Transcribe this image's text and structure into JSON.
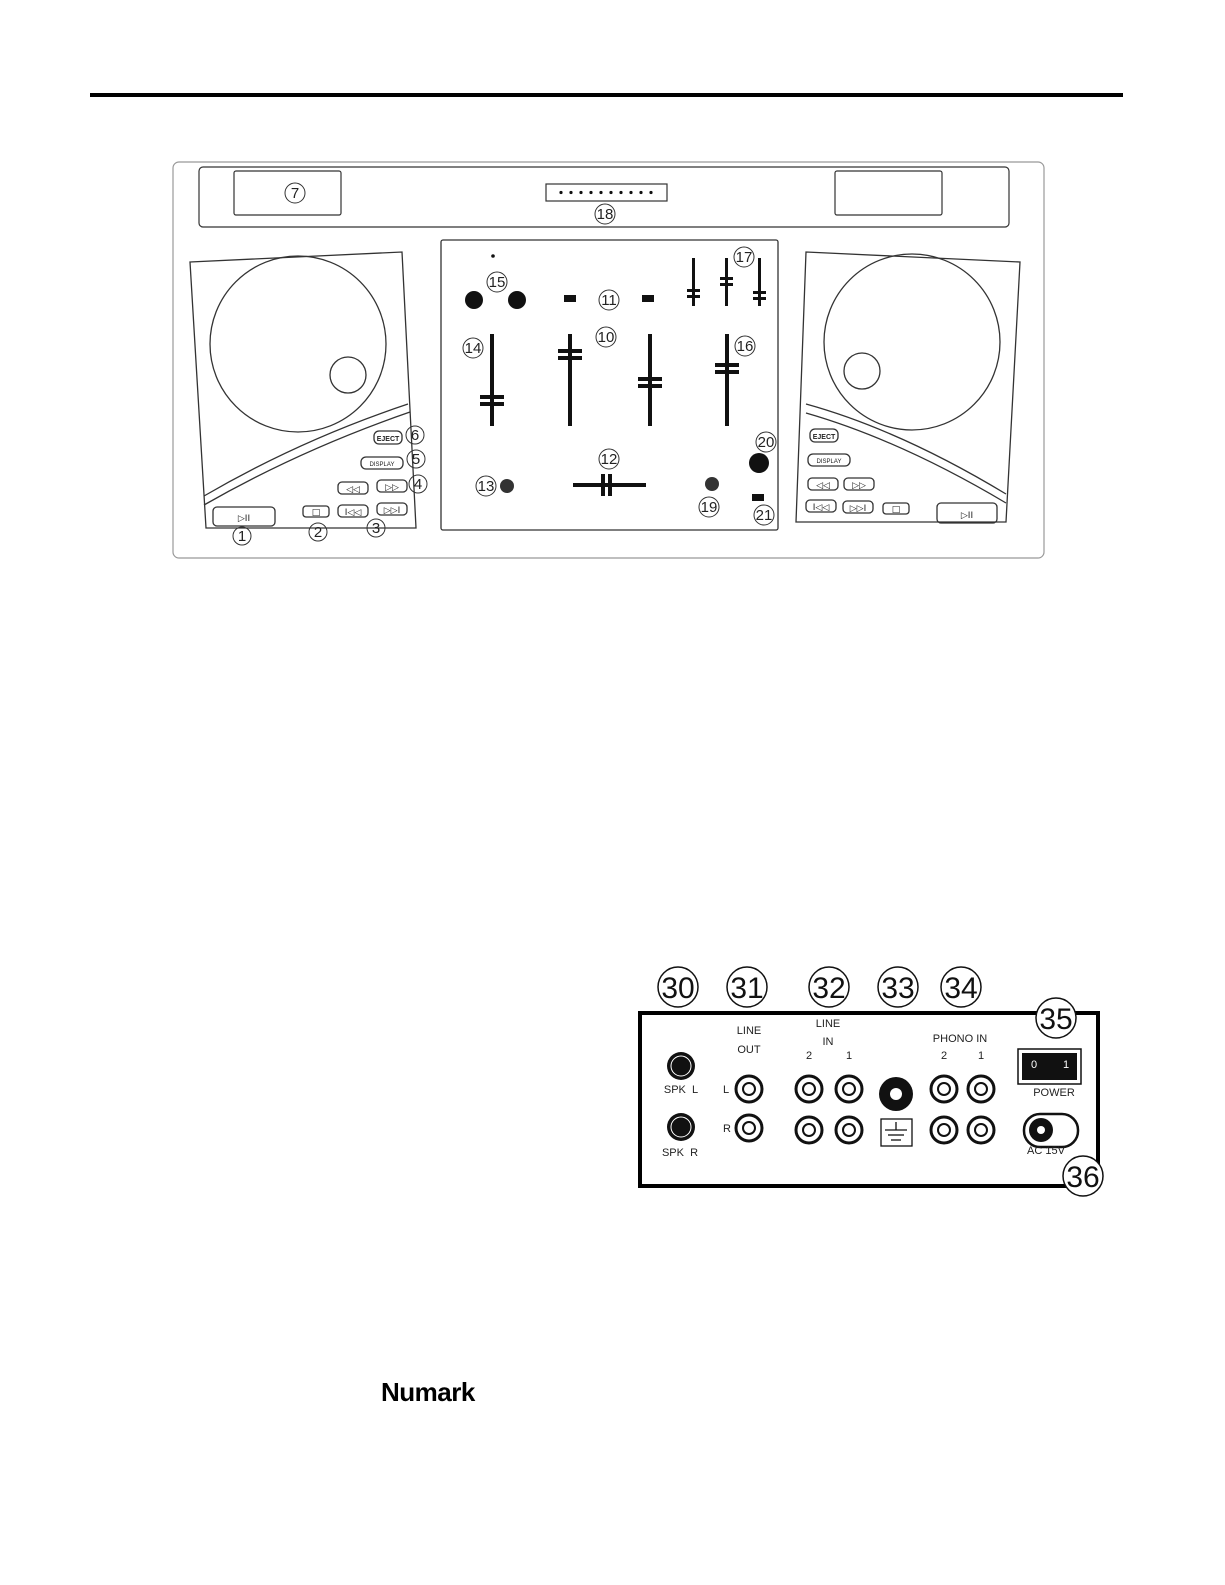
{
  "front_callouts": {
    "c1": "1",
    "c2": "2",
    "c3": "3",
    "c4": "4",
    "c5": "5",
    "c6": "6",
    "c7": "7",
    "c10": "10",
    "c11": "11",
    "c12": "12",
    "c13": "13",
    "c14": "14",
    "c15": "15",
    "c16": "16",
    "c17": "17",
    "c18": "18",
    "c19": "19",
    "c20": "20",
    "c21": "21"
  },
  "deck_buttons": {
    "eject": "EJECT",
    "display": "DISPLAY"
  },
  "rear_callouts": {
    "c30": "30",
    "c31": "31",
    "c32": "32",
    "c33": "33",
    "c34": "34",
    "c35": "35",
    "c36": "36"
  },
  "rear_labels": {
    "line_out_1": "LINE",
    "line_out_2": "OUT",
    "line_in_1": "LINE",
    "line_in_2": "IN",
    "line_in_ch2": "2",
    "line_in_ch1": "1",
    "phono_in": "PHONO IN",
    "phono_ch2": "2",
    "phono_ch1": "1",
    "left": "L",
    "right": "R",
    "spk_l": "SPK  L",
    "spk_r": "SPK  R",
    "power_off": "0",
    "power_on": "1",
    "power": "POWER",
    "ac": "AC 15V"
  },
  "brand": "Numark"
}
